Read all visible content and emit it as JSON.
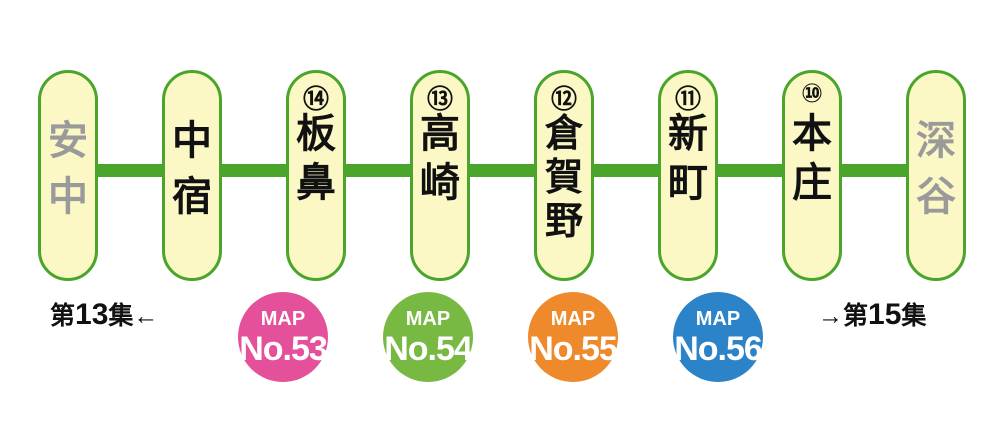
{
  "stations": [
    {
      "num": "",
      "name": "安\n中",
      "end": true
    },
    {
      "num": "",
      "name": "中\n宿",
      "end": false
    },
    {
      "num": "⑭",
      "name": "板\n鼻",
      "end": false
    },
    {
      "num": "⑬",
      "name": "高\n崎",
      "end": false
    },
    {
      "num": "⑫",
      "name": "倉\n賀\n野",
      "end": false
    },
    {
      "num": "⑪",
      "name": "新\n町",
      "end": false
    },
    {
      "num": "⑩",
      "name": "本\n庄",
      "end": false
    },
    {
      "num": "",
      "name": "深\n谷",
      "end": true
    }
  ],
  "nav": {
    "prev": {
      "pre": "第",
      "num": "13",
      "post": "集←"
    },
    "next": {
      "pre": "→第",
      "num": "15",
      "post": "集"
    }
  },
  "maps": [
    {
      "label": "MAP",
      "no": "No.53",
      "color": "#e4519a"
    },
    {
      "label": "MAP",
      "no": "No.54",
      "color": "#77b943"
    },
    {
      "label": "MAP",
      "no": "No.55",
      "color": "#ee8a2c"
    },
    {
      "label": "MAP",
      "no": "No.56",
      "color": "#2d83c8"
    }
  ]
}
